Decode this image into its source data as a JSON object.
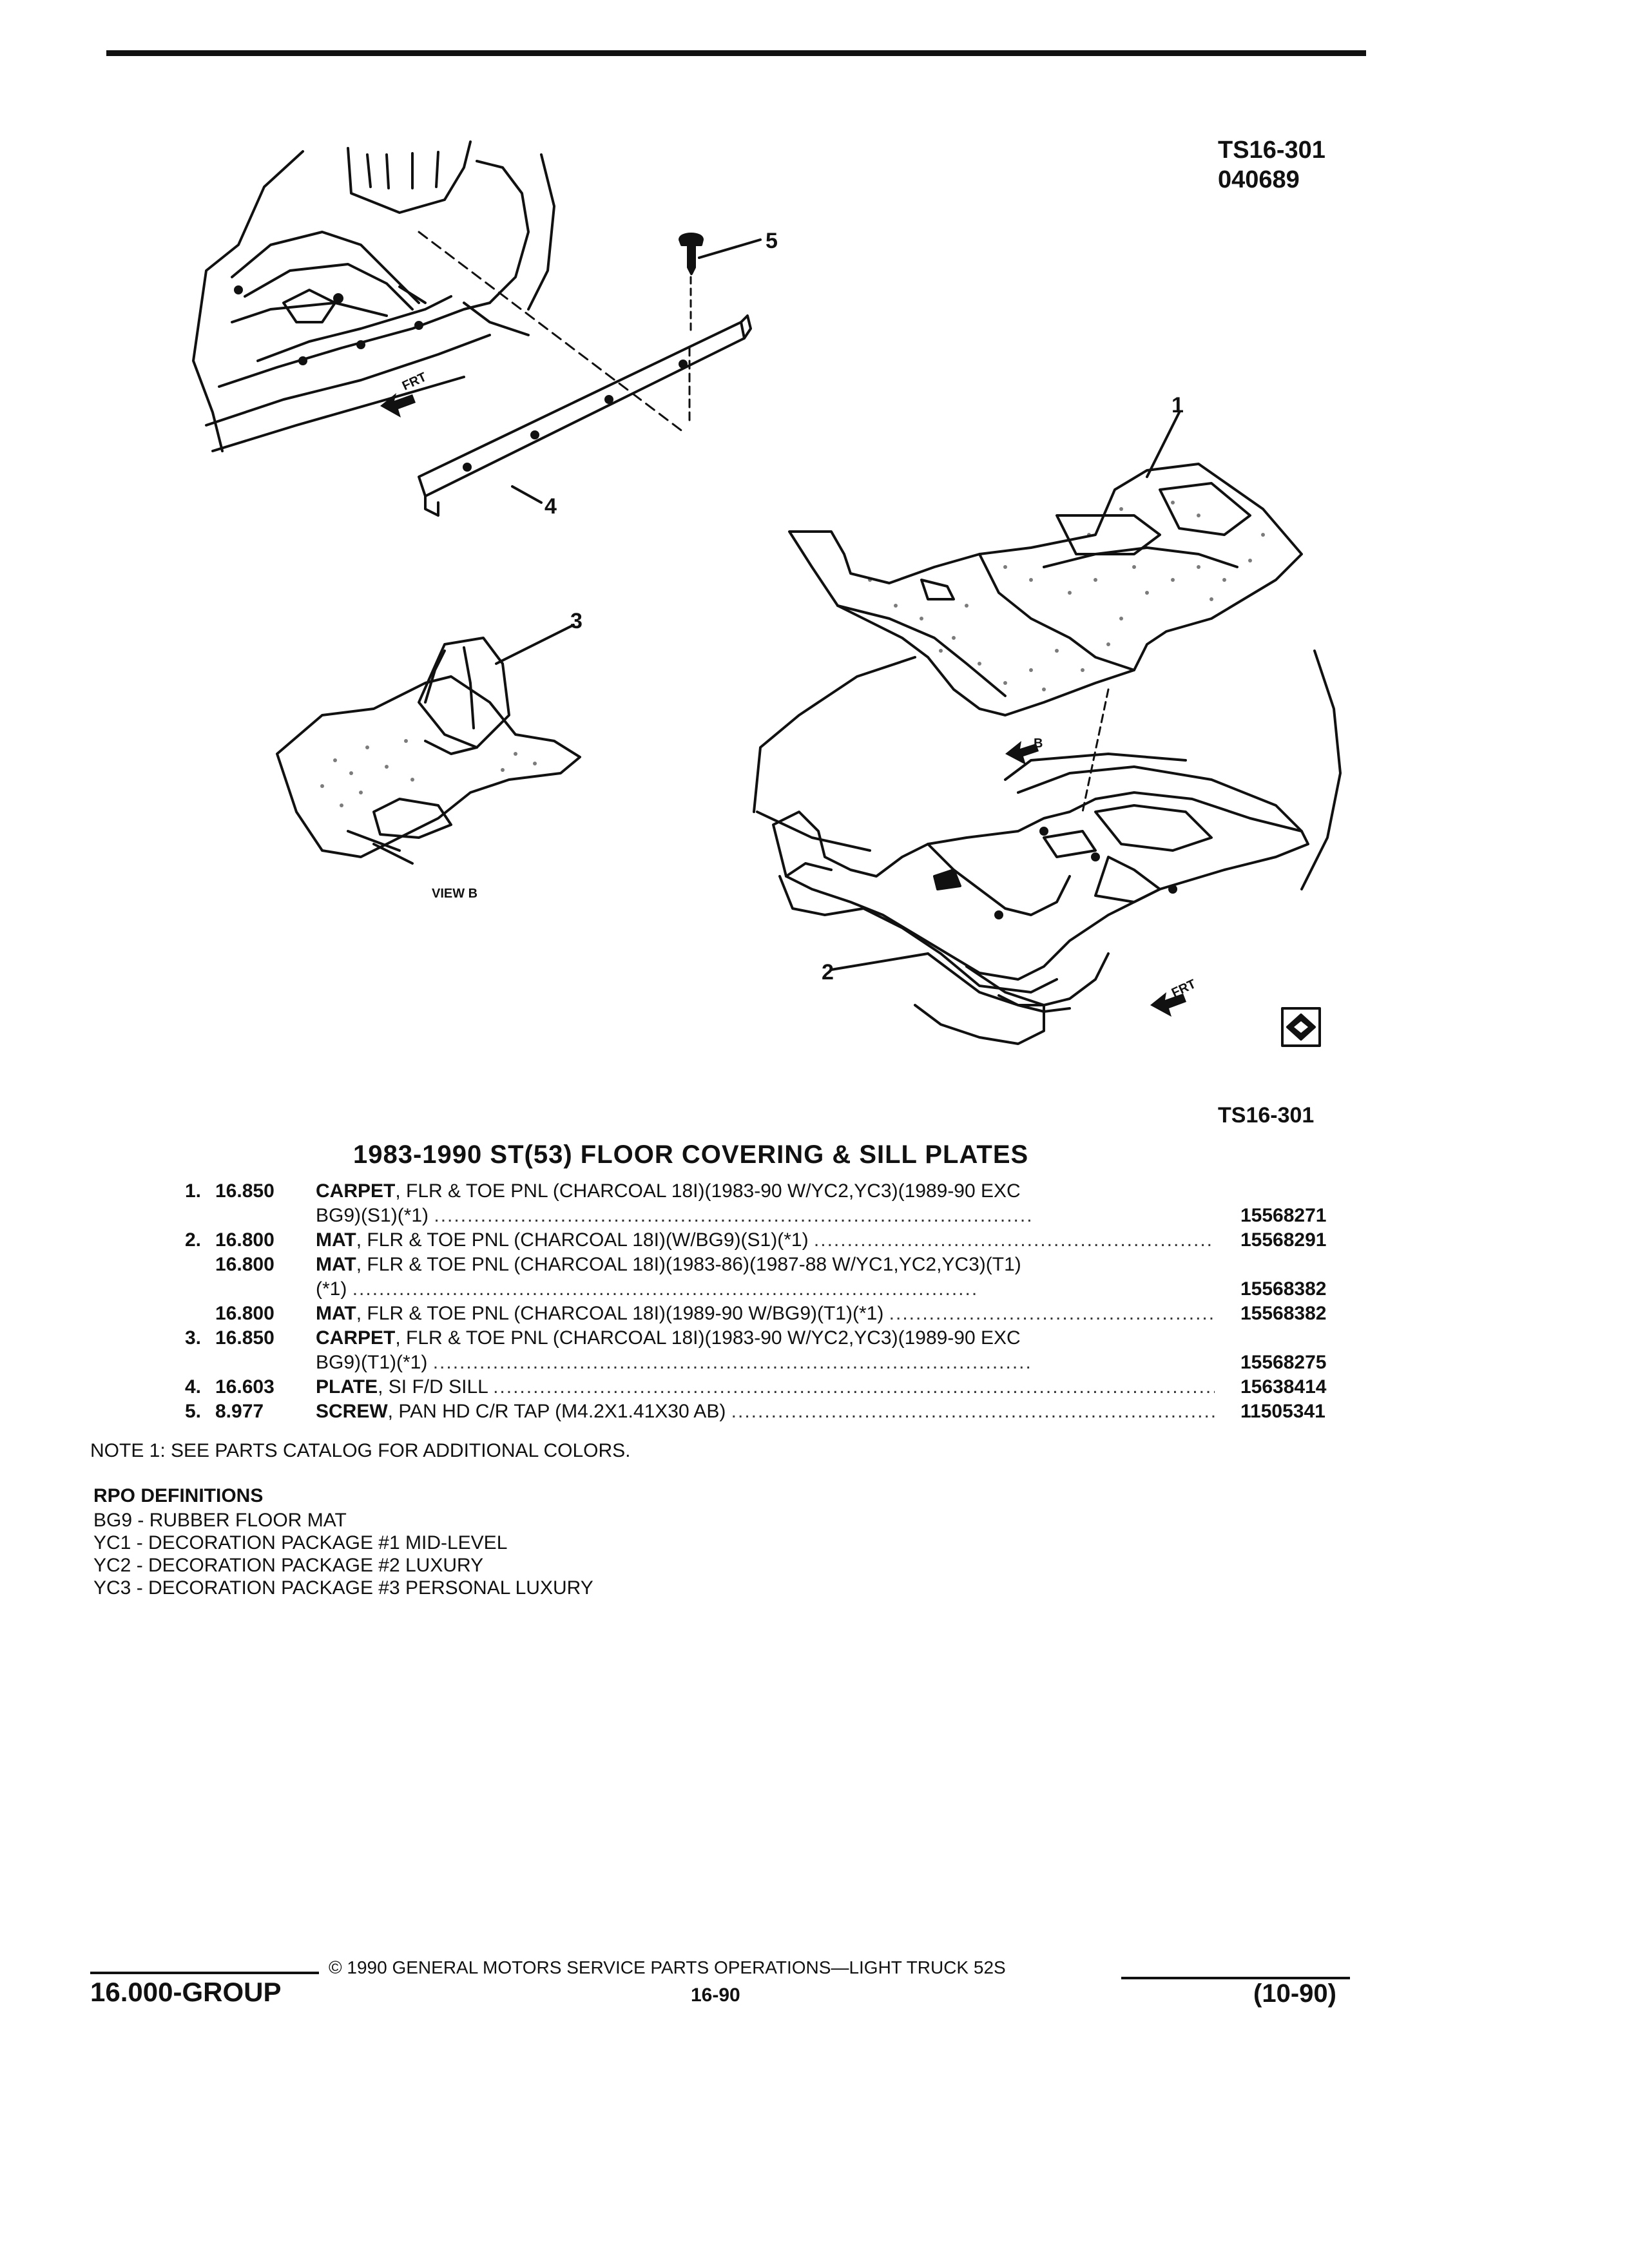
{
  "header": {
    "figure_code": "TS16-301",
    "date_code": "040689"
  },
  "illustration": {
    "callouts": [
      "1",
      "2",
      "3",
      "4",
      "5"
    ],
    "frt_label": "FRT",
    "view_b_label": "VIEW B",
    "view_b_marker": "B",
    "figure_code_bottom": "TS16-301"
  },
  "section_title": "1983-1990 ST(53) FLOOR COVERING & SILL PLATES",
  "parts": [
    {
      "num": "1.",
      "group": "16.850",
      "name": "CARPET",
      "desc": ", FLR & TOE PNL (CHARCOAL 18I)(1983-90 W/YC2,YC3)(1989-90 EXC",
      "cont": "BG9)(S1)(*1)",
      "part_no": "15568271"
    },
    {
      "num": "2.",
      "group": "16.800",
      "name": "MAT",
      "desc": ", FLR & TOE PNL (CHARCOAL 18I)(W/BG9)(S1)(*1)",
      "cont": "",
      "part_no": "15568291"
    },
    {
      "num": "",
      "group": "16.800",
      "name": "MAT",
      "desc": ", FLR & TOE PNL (CHARCOAL 18I)(1983-86)(1987-88 W/YC1,YC2,YC3)(T1)",
      "cont": "(*1)",
      "part_no": "15568382"
    },
    {
      "num": "",
      "group": "16.800",
      "name": "MAT",
      "desc": ", FLR & TOE PNL (CHARCOAL 18I)(1989-90 W/BG9)(T1)(*1)",
      "cont": "",
      "part_no": "15568382"
    },
    {
      "num": "3.",
      "group": "16.850",
      "name": "CARPET",
      "desc": ", FLR & TOE PNL (CHARCOAL 18I)(1983-90 W/YC2,YC3)(1989-90 EXC",
      "cont": "BG9)(T1)(*1)",
      "part_no": "15568275"
    },
    {
      "num": "4.",
      "group": "16.603",
      "name": "PLATE",
      "desc": ", SI F/D SILL",
      "cont": "",
      "part_no": "15638414"
    },
    {
      "num": "5.",
      "group": "8.977",
      "name": "SCREW",
      "desc": ", PAN HD C/R TAP (M4.2X1.41X30 AB)",
      "cont": "",
      "part_no": "11505341"
    }
  ],
  "note": "NOTE 1: SEE PARTS CATALOG FOR ADDITIONAL COLORS.",
  "rpo": {
    "title": "RPO DEFINITIONS",
    "items": [
      "BG9 - RUBBER FLOOR MAT",
      "YC1 - DECORATION PACKAGE #1 MID-LEVEL",
      "YC2 - DECORATION PACKAGE #2 LUXURY",
      "YC3 - DECORATION PACKAGE #3 PERSONAL LUXURY"
    ]
  },
  "footer": {
    "copyright": "© 1990 GENERAL MOTORS SERVICE PARTS OPERATIONS—LIGHT TRUCK 52S",
    "group": "16.000-GROUP",
    "page": "16-90",
    "date": "(10-90)"
  }
}
